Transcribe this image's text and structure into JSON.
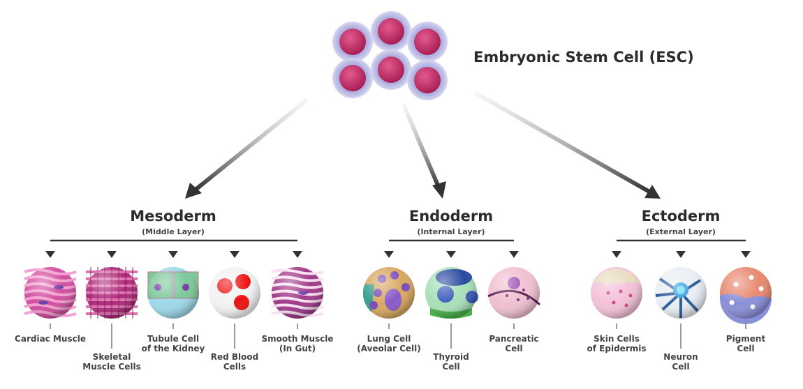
{
  "esc": {
    "label": "Embryonic Stem Cell (ESC)"
  },
  "layers": [
    {
      "name": "Mesoderm",
      "subtitle": "(Middle Layer)",
      "cells": [
        {
          "label": "Cardiac Muscle",
          "type": "cardiac"
        },
        {
          "label": "Skeletal\nMuscle Cells",
          "type": "skeletal"
        },
        {
          "label": "Tubule Cell\nof the Kidney",
          "type": "tubule"
        },
        {
          "label": "Red Blood\nCells",
          "type": "rbc"
        },
        {
          "label": "Smooth Muscle\n(In Gut)",
          "type": "smooth"
        }
      ]
    },
    {
      "name": "Endoderm",
      "subtitle": "(Internal Layer)",
      "cells": [
        {
          "label": "Lung Cell\n(Aveolar Cell)",
          "type": "lung"
        },
        {
          "label": "Thyroid\nCell",
          "type": "thyroid"
        },
        {
          "label": "Pancreatic\nCell",
          "type": "pancreatic"
        }
      ]
    },
    {
      "name": "Ectoderm",
      "subtitle": "(External Layer)",
      "cells": [
        {
          "label": "Skin Cells\nof Epidermis",
          "type": "skin"
        },
        {
          "label": "Neuron\nCell",
          "type": "neuron"
        },
        {
          "label": "Pigment\nCell",
          "type": "pigment"
        }
      ]
    }
  ],
  "colors": {
    "arrow": "#3a3a3a",
    "esc_nucleus": "#c8336e",
    "esc_halo": "#b9b8e6"
  }
}
